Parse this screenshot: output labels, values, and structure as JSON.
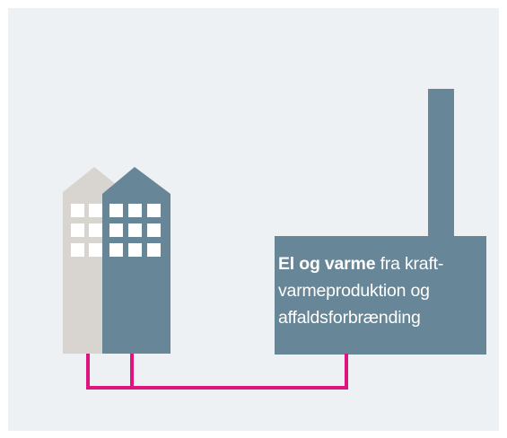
{
  "colors": {
    "background": "#eef1f4",
    "building_back": "#d8d4d0",
    "building_front": "#678697",
    "plant": "#678697",
    "pipe": "#e0147e",
    "window": "#ffffff"
  },
  "plant": {
    "label_bold": "El og varme",
    "label_line1_rest": " fra kraft-",
    "label_line2": "varmeproduktion og",
    "label_line3": "affaldsforbrænding"
  }
}
